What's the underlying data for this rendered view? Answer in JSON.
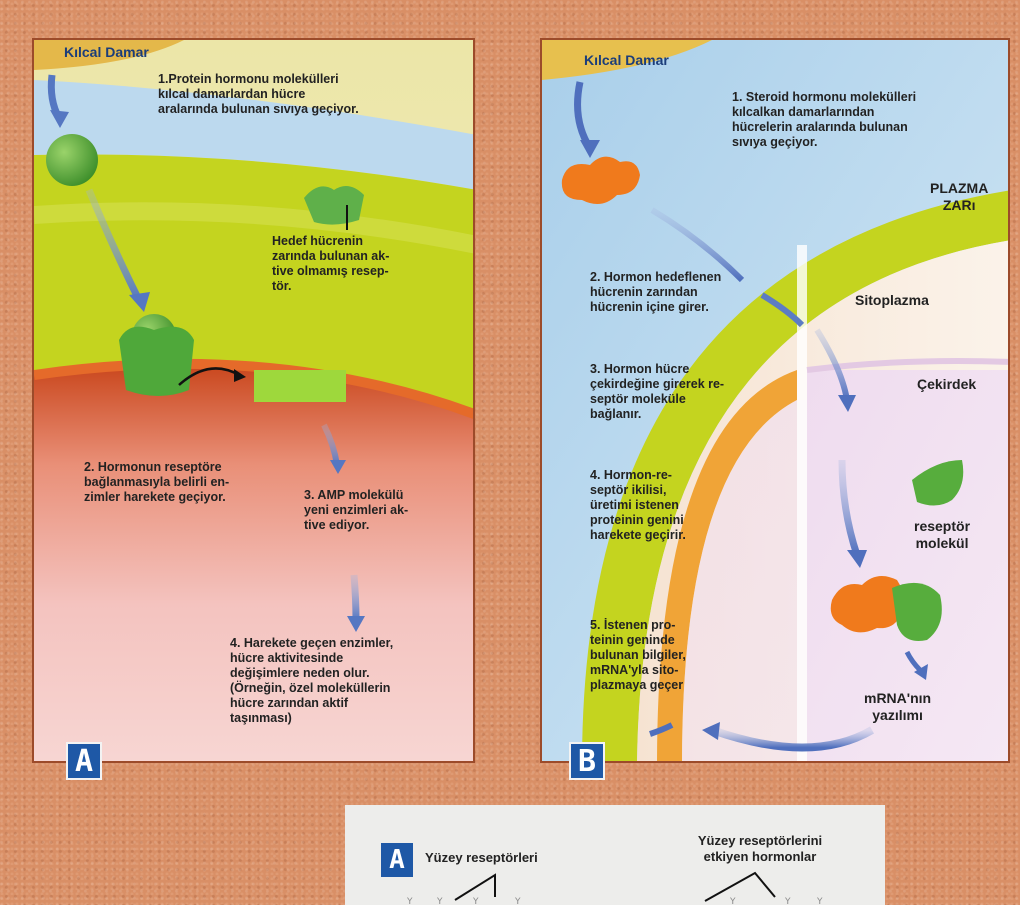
{
  "panel_a": {
    "badge": "A",
    "capillary_label": "Kılcal Damar",
    "step1": "1.Protein hormonu molekülleri\nkılcal damarlardan hücre\naralarında bulunan sıvıya geçiyor.",
    "receptor_note": "Hedef hücrenin\nzarında bulunan ak-\ntive olmamış resep-\ntör.",
    "step2": "2. Hormonun reseptöre\nbağlanmasıyla belirli en-\nzimler harekete geçiyor.",
    "step3": "3. AMP molekülü\nyeni enzimleri ak-\ntive ediyor.",
    "step4": "4. Harekete geçen enzimler,\nhücre aktivitesinde\ndeğişimlere neden olur.\n(Örneğin, özel moleküllerin\nhücre zarından aktif\ntaşınması)"
  },
  "panel_b": {
    "badge": "B",
    "capillary_label": "Kılcal Damar",
    "step1": "1. Steroid hormonu molekülleri\nkılcalkan damarlarından\nhücrelerin aralarında bulunan\nsıvıya geçiyor.",
    "membrane_label": "PLAZMA\nZARı",
    "cytoplasm_label": "Sitoplazma",
    "nucleus_label": "Çekirdek",
    "step2": "2. Hormon hedeflenen\nhücrenin zarından\nhücrenin içine girer.",
    "step3": "3. Hormon hücre\nçekirdeğine girerek re-\nseptör moleküle\nbağlanır.",
    "step4": "4. Hormon-re-\nseptör ikilisi,\nüretimi istenen\nproteinin genini\nharekete geçirir.",
    "step5": "5. İstenen pro-\nteinin geninde\nbulunan bilgiler,\nmRNA'yla sito-\nplazmaya geçer",
    "receptor_label": "reseptör\nmolekül",
    "mrna_label": "mRNA'nın\nyazılımı"
  },
  "legend": {
    "badge": "A",
    "surface_receptors": "Yüzey reseptörleri",
    "affecting_hormones": "Yüzey reseptörlerini\netkiyen hormonlar"
  },
  "colors": {
    "badge_blue": "#1e58a6",
    "hormone_green": "#4fa83a",
    "steroid_orange": "#f07a1c",
    "membrane_yellow_green": "#bfd21a",
    "cytoplasm_pink": "#f2c9c9"
  }
}
